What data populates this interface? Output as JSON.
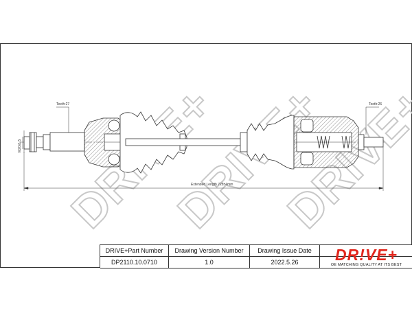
{
  "annotations": {
    "teeth_left": "Teeth:27",
    "teeth_right": "Teeth:26",
    "thread": "M20x1.5",
    "extended_length": "Extended Length 728±4mm"
  },
  "watermark": {
    "text": "DRIVE+"
  },
  "title_block": {
    "headers": [
      "DRIVE+Part Number",
      "Drawing Version Number",
      "Drawing Issue Date"
    ],
    "values": [
      "DP2110.10.0710",
      "1.0",
      "2022.5.26"
    ]
  },
  "logo": {
    "brand": "DR!VE+",
    "tagline": "OE MATCHING QUALITY AT ITS BEST"
  },
  "colors": {
    "logo_red": "#e2261c",
    "line": "#333333",
    "watermark": "#c8c8c8"
  }
}
